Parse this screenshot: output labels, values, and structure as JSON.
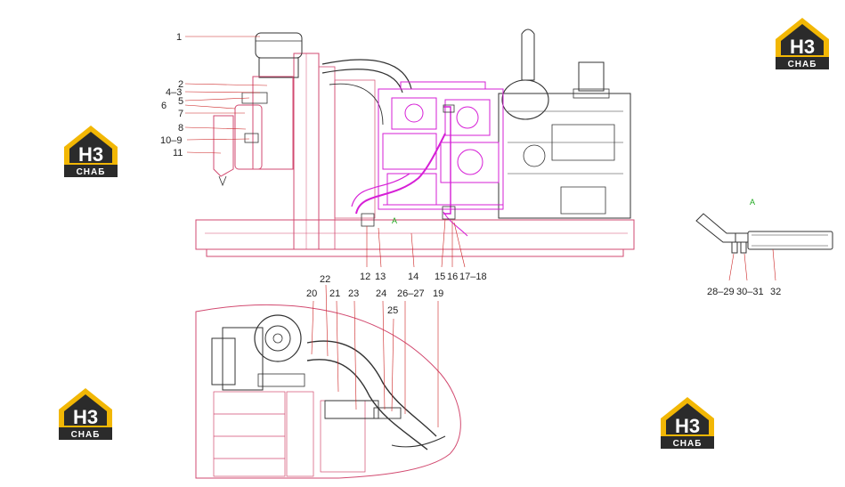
{
  "diagram": {
    "view_marker": "A",
    "callouts": [
      {
        "id": "c1",
        "text": "1"
      },
      {
        "id": "c2",
        "text": "2"
      },
      {
        "id": "c4_3",
        "text": "4–3"
      },
      {
        "id": "c5",
        "text": "5"
      },
      {
        "id": "c6",
        "text": "6"
      },
      {
        "id": "c7",
        "text": "7"
      },
      {
        "id": "c8",
        "text": "8"
      },
      {
        "id": "c10_9",
        "text": "10–9"
      },
      {
        "id": "c11",
        "text": "11"
      },
      {
        "id": "c12",
        "text": "12"
      },
      {
        "id": "c13",
        "text": "13"
      },
      {
        "id": "c14",
        "text": "14"
      },
      {
        "id": "c15",
        "text": "15"
      },
      {
        "id": "c16",
        "text": "16"
      },
      {
        "id": "c17_18",
        "text": "17–18"
      },
      {
        "id": "c28_29",
        "text": "28–29"
      },
      {
        "id": "c30_31",
        "text": "30–31"
      },
      {
        "id": "c32",
        "text": "32"
      },
      {
        "id": "c20",
        "text": "20"
      },
      {
        "id": "c22",
        "text": "22"
      },
      {
        "id": "c21",
        "text": "21"
      },
      {
        "id": "c23",
        "text": "23"
      },
      {
        "id": "c24",
        "text": "24"
      },
      {
        "id": "c26_27",
        "text": "26–27"
      },
      {
        "id": "c19",
        "text": "19"
      },
      {
        "id": "c25",
        "text": "25"
      }
    ]
  },
  "watermark": {
    "top_text": "H3",
    "bottom_text": "СНАБ",
    "colors": {
      "gold": "#f2b705",
      "dark": "#2b2b2b"
    }
  },
  "colors": {
    "engine": "#d61fd6",
    "frame": "#d24a70",
    "linework": "#333333",
    "leader": "#cc2222"
  }
}
